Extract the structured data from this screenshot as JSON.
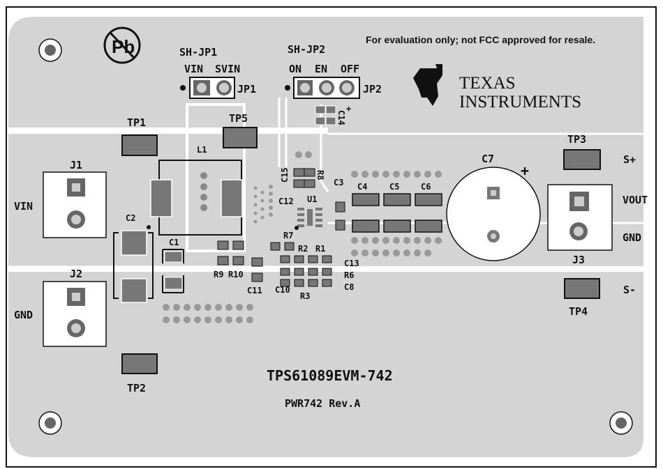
{
  "board": {
    "name": "TPS61089EVM-742",
    "pcb_rev": "PWR742 Rev.A",
    "notice": "For evaluation only; not FCC approved for resale.",
    "lead_free_mark": "Pb"
  },
  "logo": {
    "line1": "Texas",
    "line2": "Instruments"
  },
  "jumpers": [
    {
      "id": "JP1",
      "shunt": "SH-JP1",
      "pins": [
        "VIN",
        "SVIN"
      ]
    },
    {
      "id": "JP2",
      "shunt": "SH-JP2",
      "pins": [
        "ON",
        "EN",
        "OFF"
      ]
    }
  ],
  "connectors": [
    {
      "id": "J1",
      "label": "VIN"
    },
    {
      "id": "J2",
      "label": "GND"
    },
    {
      "id": "J3",
      "labels": [
        "VOUT",
        "GND"
      ]
    }
  ],
  "testpoints": [
    "TP1",
    "TP2",
    "TP3",
    "TP4",
    "TP5"
  ],
  "sense_labels": {
    "plus": "S+",
    "minus": "S-"
  },
  "components": {
    "inductor": "L1",
    "ic": "U1",
    "electrolytic": "C7",
    "polarity": "+",
    "capacitors": [
      "C1",
      "C2",
      "C3",
      "C4",
      "C5",
      "C6",
      "C8",
      "C10",
      "C11",
      "C12",
      "C13",
      "C14",
      "C15"
    ],
    "resistors": [
      "R1",
      "R2",
      "R3",
      "R6",
      "R7",
      "R8",
      "R9",
      "R10"
    ]
  }
}
